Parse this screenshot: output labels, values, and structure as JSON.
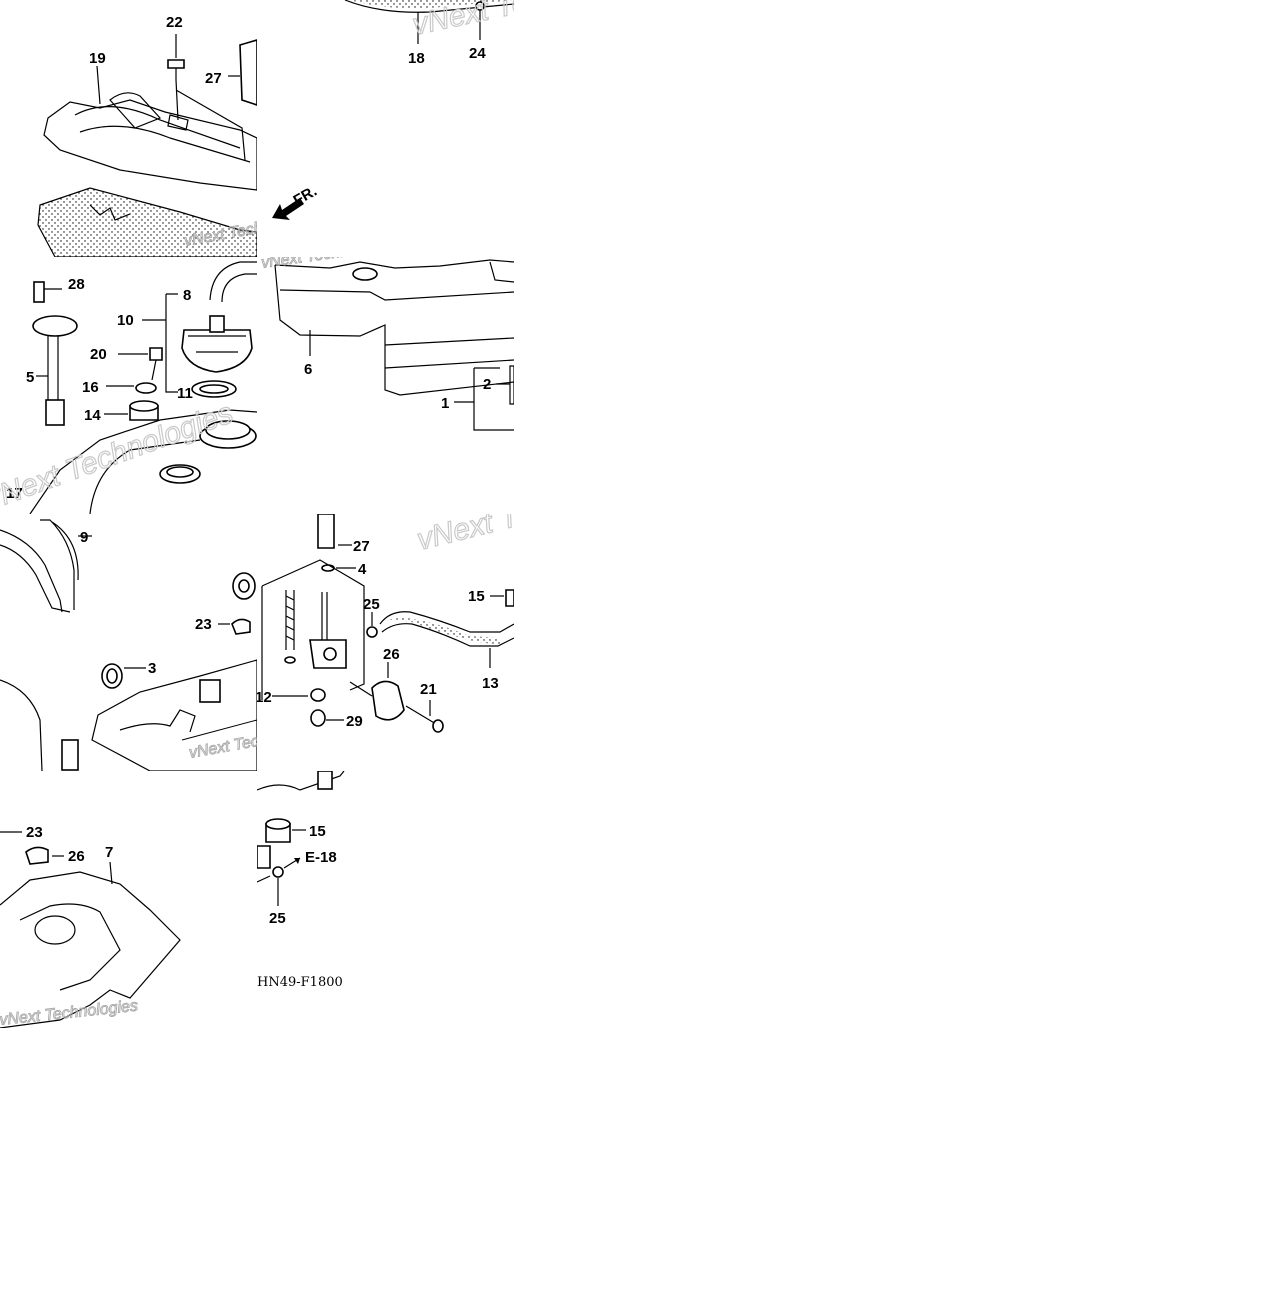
{
  "diagram": {
    "callouts": [
      "22",
      "19",
      "27",
      "18",
      "24",
      "28",
      "8",
      "10",
      "20",
      "16",
      "14",
      "11",
      "5",
      "17",
      "6",
      "2",
      "1",
      "9",
      "27",
      "4",
      "25",
      "15",
      "26",
      "23",
      "3",
      "21",
      "13",
      "12",
      "29",
      "23",
      "26",
      "7",
      "15",
      "E-18",
      "25"
    ],
    "direction_label": "FR.",
    "reference_code": "HN49-F1800",
    "watermark": "vNext Technologies"
  }
}
